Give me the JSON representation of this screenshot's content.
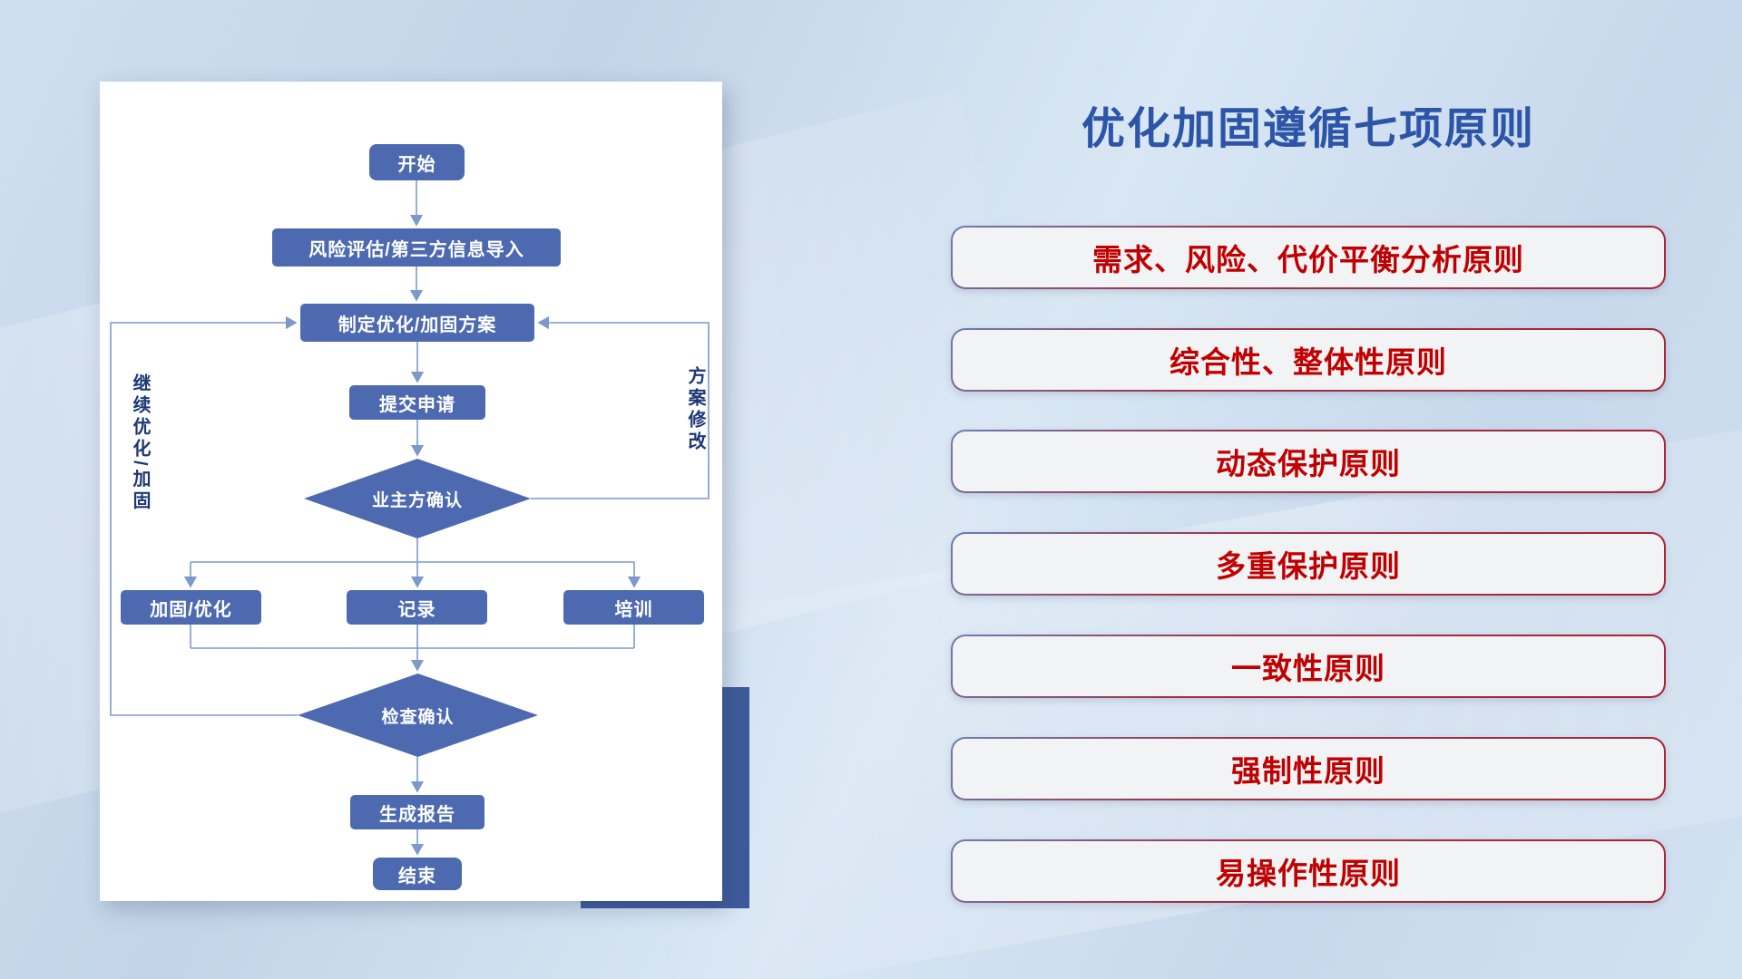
{
  "slide": {
    "title": "优化加固遵循七项原则"
  },
  "flowchart": {
    "nodes": {
      "start": "开始",
      "risk_import": "风险评估/第三方信息导入",
      "make_plan": "制定优化/加固方案",
      "submit": "提交申请",
      "owner_confirm": "业主方确认",
      "reinforce": "加固/优化",
      "record": "记录",
      "training": "培训",
      "check_confirm": "检查确认",
      "report": "生成报告",
      "end": "结束"
    },
    "labels": {
      "left_loop": "继续优化/加固",
      "right_loop": "方案修改"
    }
  },
  "principles": {
    "items": [
      {
        "label": "需求、风险、代价平衡分析原则"
      },
      {
        "label": "综合性、整体性原则"
      },
      {
        "label": "动态保护原则"
      },
      {
        "label": "多重保护原则"
      },
      {
        "label": "一致性原则"
      },
      {
        "label": "强制性原则"
      },
      {
        "label": "易操作性原则"
      }
    ]
  },
  "colors": {
    "node_blue": "#4d6ab1",
    "connector_blue": "#7d99cc",
    "title_blue": "#2c55a8",
    "principle_red": "#c00000",
    "accent_rect_blue": "#3e5a9a",
    "pill_fill": "#f2f3f5"
  }
}
